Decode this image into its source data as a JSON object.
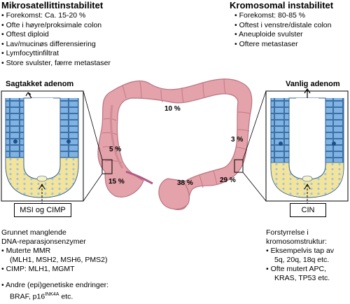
{
  "left": {
    "title": "Mikrosatellittinstabilitet",
    "bullets": [
      "• Forekomst: Ca. 15-20 %",
      "• Ofte i høyre/proksimale colon",
      "• Oftest diploid",
      "• Lav/mucinøs differensiering",
      "• Lymfocyttinfiltrat",
      "• Store svulster, færre metastaser"
    ],
    "adenoma_label": "Sagtakket adenom",
    "box_label": "MSI og CIMP",
    "bottom": {
      "line1": "Grunnet manglende",
      "line2": "DNA-reparasjonsenzymer",
      "b1a": "• Muterte MMR",
      "b1b": "(MLH1, MSH2, MSH6, PMS2)",
      "b2": "• CIMP: MLH1, MGMT",
      "b3a": "• Andre (epi)genetiske endringer:",
      "b3b_prefix": "BRAF, p16",
      "b3b_sup": "INK4A",
      "b3b_suffix": " etc."
    }
  },
  "right": {
    "title": "Kromosomal instabilitet",
    "bullets": [
      "• Forekomst: 80-85 %",
      "• Oftest i venstre/distale colon",
      "• Aneuploide svulster",
      "• Oftere metastaser"
    ],
    "adenoma_label": "Vanlig adenom",
    "box_label": "CIN",
    "bottom": {
      "line1": "Forstyrrelse i",
      "line2": "kromosomstruktur:",
      "b1a": "• Eksempelvis tap av",
      "b1b": "5q, 20q, 18q etc.",
      "b2a": "• Ofte mutert APC,",
      "b2b": "KRAS, TP53 etc."
    }
  },
  "colon": {
    "transverse": "10 %",
    "ascending_upper": "5 %",
    "cecum": "15 %",
    "descending": "3 %",
    "sigmoid": "29 %",
    "rectum": "38 %"
  },
  "colors": {
    "colon_fill": "#e4a2aa",
    "colon_fold": "#c9838d",
    "crypt_blue": "#5b9bd8",
    "crypt_light": "#a9cdee",
    "stem_yellow": "#f3e49a",
    "panel_fill": "#ffffff"
  }
}
